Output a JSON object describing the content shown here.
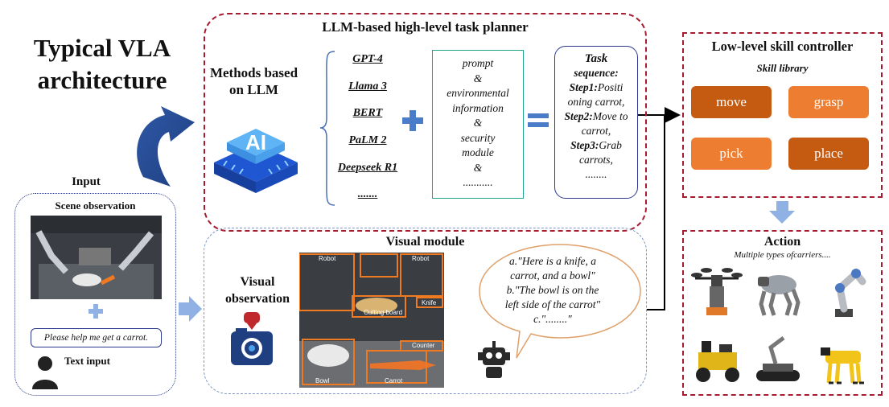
{
  "title": "Typical VLA architecture",
  "planner": {
    "title": "LLM-based high-level task planner",
    "methods_title": "Methods based on LLM",
    "models": [
      "GPT-4",
      "Llama 3",
      "BERT",
      "PaLM 2",
      "Deepseek R1",
      "......."
    ],
    "prompt_lines": [
      "prompt",
      "&",
      "environmental",
      "information",
      "&",
      "security",
      "module",
      "&",
      "..........."
    ],
    "task_title": "Task",
    "task_subtitle": "sequence:",
    "steps": [
      {
        "label": "Step1:",
        "text": "Positi oning carrot,"
      },
      {
        "label": "Step2:",
        "text": "Move to carrot,"
      },
      {
        "label": "Step3:",
        "text": "Grab carrots,"
      }
    ],
    "task_more": "........"
  },
  "controller": {
    "title": "Low-level skill controller",
    "library_label": "Skill library",
    "skills": [
      {
        "label": "move",
        "color": "#c55a11"
      },
      {
        "label": "grasp",
        "color": "#ed7d31"
      },
      {
        "label": "pick",
        "color": "#ed7d31"
      },
      {
        "label": "place",
        "color": "#c55a11"
      }
    ]
  },
  "action": {
    "title": "Action",
    "subtitle": "Multiple types ofcarriers...."
  },
  "input": {
    "title": "Input",
    "scene_title": "Scene observation",
    "text_prompt": "Please help me get a carrot.",
    "text_label": "Text input"
  },
  "visual": {
    "title": "Visual module",
    "observation_label": "Visual observation",
    "photo_labels": {
      "robot1": "Robot",
      "robot2": "Robot",
      "knife": "Knife",
      "board": "Cutting board",
      "counter": "Counter",
      "bowl": "Bowl",
      "carrot": "Carrot"
    },
    "speech_lines": [
      "a.\"Here is a knife, a",
      "carrot, and a bowl\"",
      "b.\"The bowl is on the",
      "left side of the carrot\"",
      "c.\"........\""
    ]
  },
  "colors": {
    "accent_red": "#a51c30",
    "navy": "#2b3a8c",
    "arrow_blue": "#2e58a6",
    "light_blue": "#8fb1e3",
    "teal": "#22a58a"
  }
}
